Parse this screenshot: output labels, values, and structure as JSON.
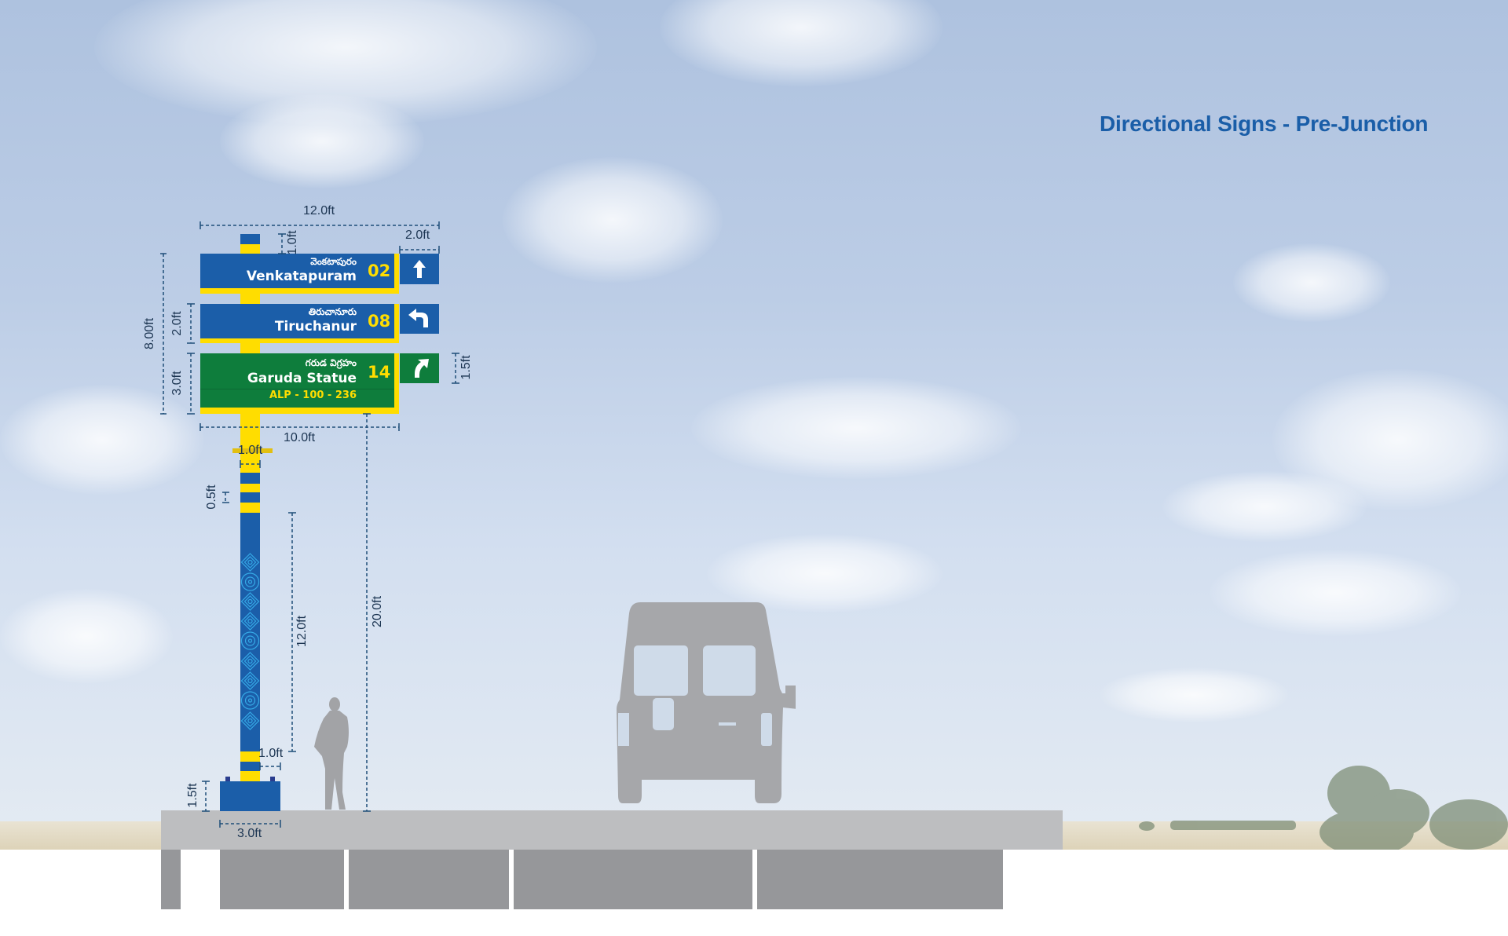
{
  "title": "Directional Signs - Pre-Junction",
  "signs": [
    {
      "telugu": "వెంకటాపురం",
      "name": "Venkatapuram",
      "distance": "02",
      "arrow": "straight-arrow-icon",
      "color": "#1b5ea9"
    },
    {
      "telugu": "తిరుచానూరు",
      "name": "Tiruchanur",
      "distance": "08",
      "arrow": "turn-left-arrow-icon",
      "color": "#1b5ea9"
    },
    {
      "telugu": "గరుడ విగ్రహం",
      "name": "Garuda Statue",
      "distance": "14",
      "code": "ALP - 100 - 236",
      "arrow": "turn-right-arrow-icon",
      "color": "#0e7d3c"
    }
  ],
  "accent_yellow": "#ffdd00",
  "dimensions": {
    "overall_width": "12.0ft",
    "arrow_panel_width": "2.0ft",
    "cap_height": "1.0ft",
    "sign_stack_height": "8.00ft",
    "board_height": "2.0ft",
    "large_board_height": "3.0ft",
    "arrow_panel_height": "1.5ft",
    "board_width": "10.0ft",
    "total_height": "20.0ft",
    "pole_pattern_height": "12.0ft",
    "pole_width": "1.0ft",
    "stripe_height": "0.5ft",
    "pole_width_bottom": "1.0ft",
    "base_height": "1.5ft",
    "base_width": "3.0ft"
  }
}
